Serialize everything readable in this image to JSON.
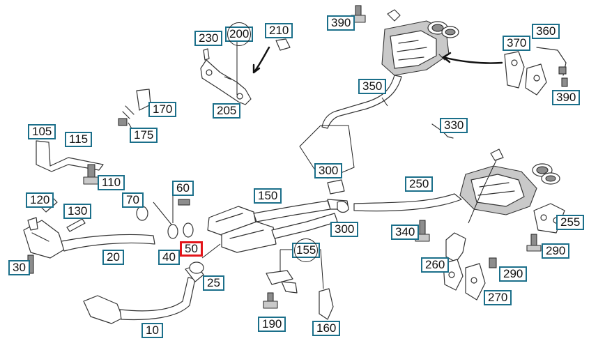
{
  "diagram": {
    "callouts": [
      {
        "id": "c390a",
        "label": "390"
      },
      {
        "id": "c200",
        "label": "200"
      },
      {
        "id": "c210",
        "label": "210"
      },
      {
        "id": "c230",
        "label": "230"
      },
      {
        "id": "c370",
        "label": "370"
      },
      {
        "id": "c360",
        "label": "360"
      },
      {
        "id": "c350",
        "label": "350"
      },
      {
        "id": "c390b",
        "label": "390"
      },
      {
        "id": "c205",
        "label": "205"
      },
      {
        "id": "c170",
        "label": "170"
      },
      {
        "id": "c175",
        "label": "175"
      },
      {
        "id": "c330",
        "label": "330"
      },
      {
        "id": "c105",
        "label": "105"
      },
      {
        "id": "c115",
        "label": "115"
      },
      {
        "id": "c300a",
        "label": "300"
      },
      {
        "id": "c250",
        "label": "250"
      },
      {
        "id": "c110",
        "label": "110"
      },
      {
        "id": "c60",
        "label": "60"
      },
      {
        "id": "c150",
        "label": "150"
      },
      {
        "id": "c120",
        "label": "120"
      },
      {
        "id": "c70",
        "label": "70"
      },
      {
        "id": "c130",
        "label": "130"
      },
      {
        "id": "c255",
        "label": "255"
      },
      {
        "id": "c300b",
        "label": "300"
      },
      {
        "id": "c340",
        "label": "340"
      },
      {
        "id": "c155",
        "label": "155"
      },
      {
        "id": "c50",
        "label": "50"
      },
      {
        "id": "c290a",
        "label": "290"
      },
      {
        "id": "c20",
        "label": "20"
      },
      {
        "id": "c40",
        "label": "40"
      },
      {
        "id": "c260",
        "label": "260"
      },
      {
        "id": "c30",
        "label": "30"
      },
      {
        "id": "c290b",
        "label": "290"
      },
      {
        "id": "c25",
        "label": "25"
      },
      {
        "id": "c270",
        "label": "270"
      },
      {
        "id": "c190",
        "label": "190"
      },
      {
        "id": "c10",
        "label": "10"
      },
      {
        "id": "c160",
        "label": "160"
      }
    ],
    "selected_label": "50",
    "colors": {
      "callout_border": "#1b6f8a",
      "selected_border": "#e3151a",
      "line_art": "#333333"
    }
  }
}
